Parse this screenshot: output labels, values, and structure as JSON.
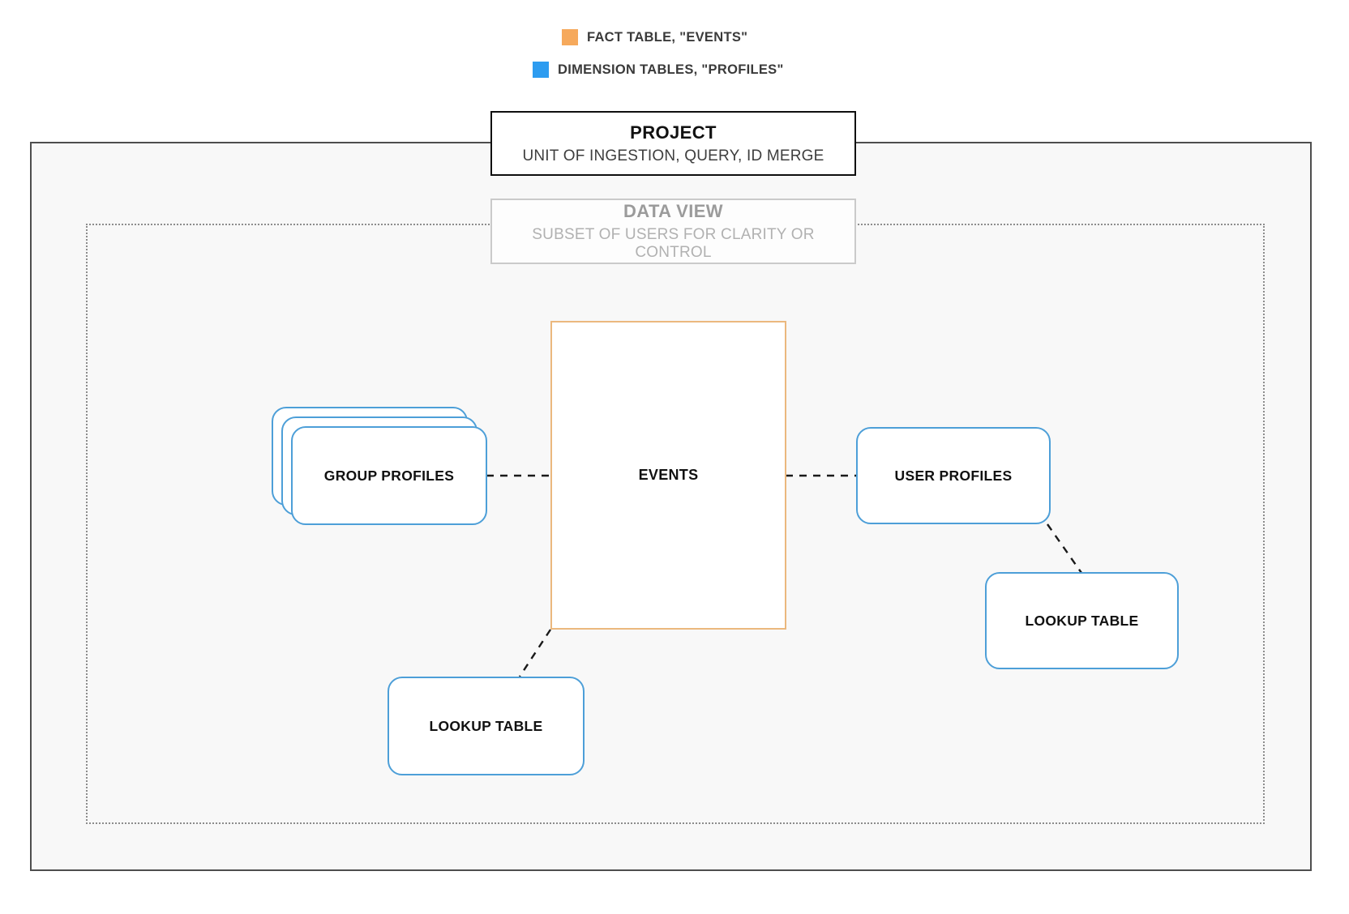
{
  "legend": {
    "items": [
      {
        "name": "fact-table",
        "label": "FACT TABLE, \"EVENTS\"",
        "color": "#F6A95C"
      },
      {
        "name": "dimension-tables",
        "label": "DIMENSION TABLES, \"PROFILES\"",
        "color": "#2D9CF0"
      }
    ]
  },
  "project_box": {
    "title": "PROJECT",
    "subtitle": "UNIT OF INGESTION, QUERY, ID MERGE"
  },
  "data_view_box": {
    "title": "DATA VIEW",
    "subtitle": "SUBSET OF USERS FOR CLARITY OR CONTROL"
  },
  "nodes": {
    "events": {
      "label": "EVENTS",
      "type": "fact",
      "border_color": "#EBB87E"
    },
    "group_profiles": {
      "label": "GROUP PROFILES",
      "type": "dimension",
      "border_color": "#4D9FD8",
      "stacked": true
    },
    "user_profiles": {
      "label": "USER PROFILES",
      "type": "dimension",
      "border_color": "#4D9FD8"
    },
    "lookup_table_bottom": {
      "label": "LOOKUP TABLE",
      "type": "dimension",
      "border_color": "#4D9FD8"
    },
    "lookup_table_right": {
      "label": "LOOKUP TABLE",
      "type": "dimension",
      "border_color": "#4D9FD8"
    }
  },
  "edges": [
    {
      "from": "group_profiles",
      "to": "events",
      "style": "dashed"
    },
    {
      "from": "events",
      "to": "user_profiles",
      "style": "dashed"
    },
    {
      "from": "events",
      "to": "lookup_table_bottom",
      "style": "dashed"
    },
    {
      "from": "user_profiles",
      "to": "lookup_table_right",
      "style": "dashed"
    }
  ],
  "colors": {
    "boundary_solid": "#4E4E4E",
    "boundary_dotted": "#8C8C8C",
    "canvas_fill": "#F8F8F8",
    "connector": "#1A1A1A"
  }
}
